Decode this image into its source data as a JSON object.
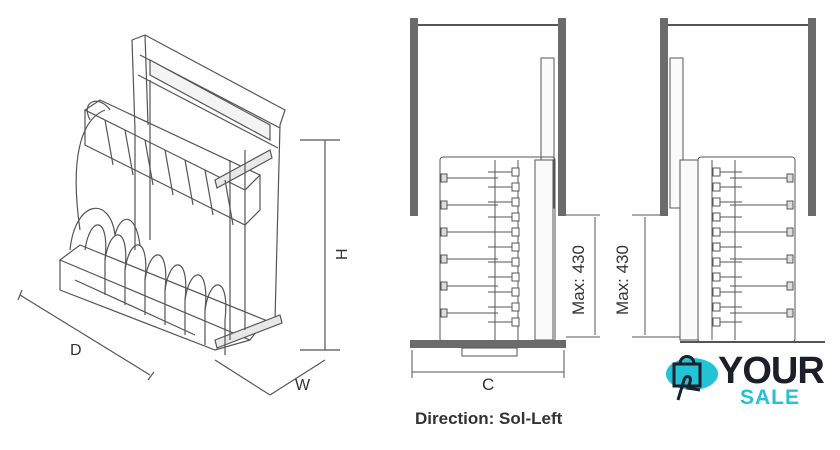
{
  "iso_view": {
    "label_d": "D",
    "label_w": "W",
    "label_h": "H"
  },
  "left_view": {
    "label_c": "C",
    "label_max": "Max: 430",
    "caption": "Direction: Sol-Left"
  },
  "right_view": {
    "label_max": "Max: 430"
  },
  "logo": {
    "line1": "YOUR",
    "line2": "SALE"
  },
  "colors": {
    "line": "#555555",
    "wall": "#6b6b6b",
    "brand_dark": "#1b1f2a",
    "brand_accent": "#22c3d6"
  }
}
